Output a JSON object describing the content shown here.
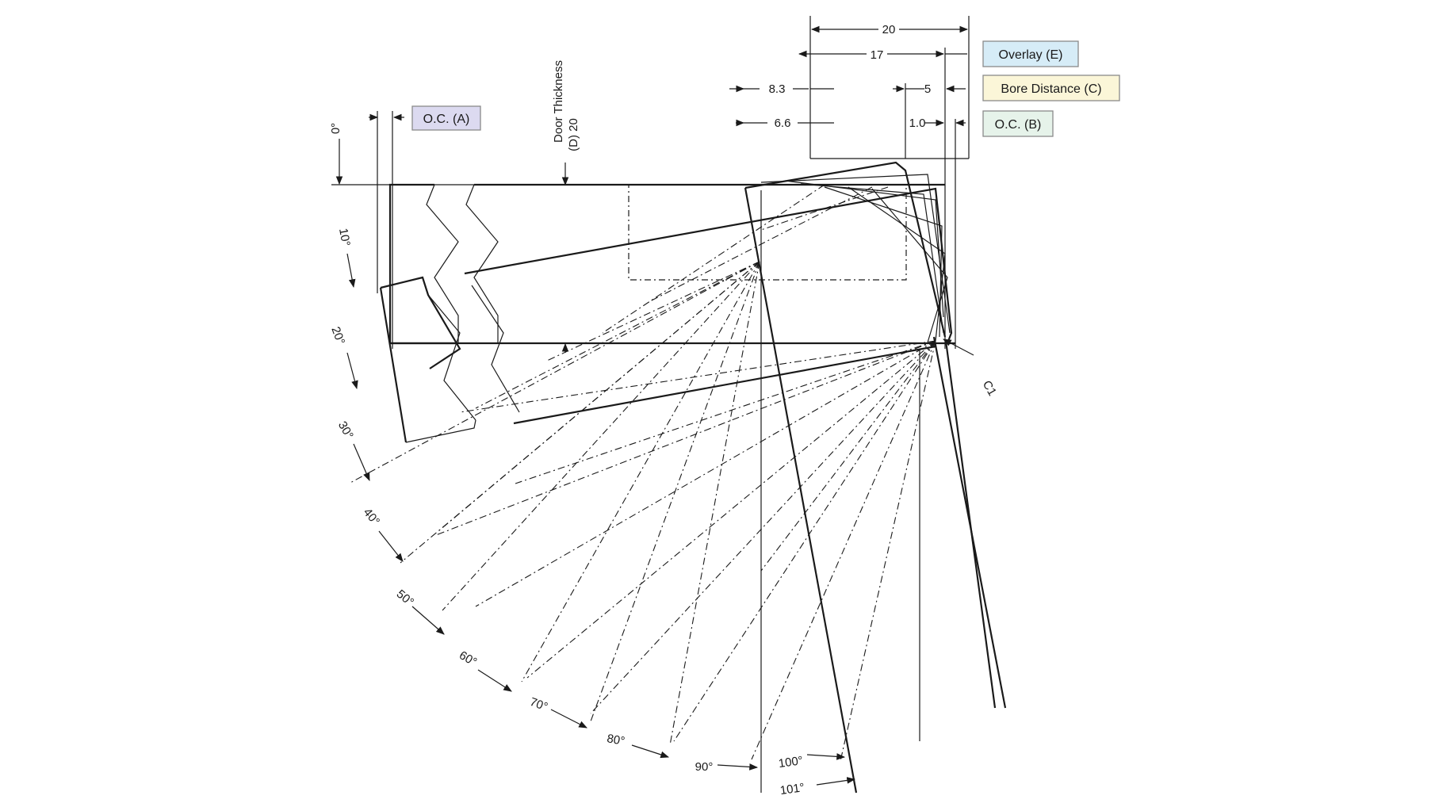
{
  "labels": {
    "oc_a": "O.C. (A)",
    "overlay": "Overlay (E)",
    "bore": "Bore Distance (C)",
    "oc_b": "O.C. (B)",
    "door_thickness_line1": "Door Thickness",
    "door_thickness_line2": "(D) 20",
    "c1": "C1"
  },
  "dimensions": {
    "d20": "20",
    "d17": "17",
    "d83": "8.3",
    "d5": "5",
    "d66": "6.6",
    "d10": "1.0"
  },
  "angles": [
    "0°",
    "10°",
    "20°",
    "30°",
    "40°",
    "50°",
    "60°",
    "70°",
    "80°",
    "90°",
    "100°",
    "101°"
  ],
  "colors": {
    "overlay_fill": "#d6ecf7",
    "bore_fill": "#fbf6d8",
    "oc_b_fill": "#e6f3ea",
    "oc_a_fill": "#dcdaf0",
    "line": "#1a1a1a"
  }
}
